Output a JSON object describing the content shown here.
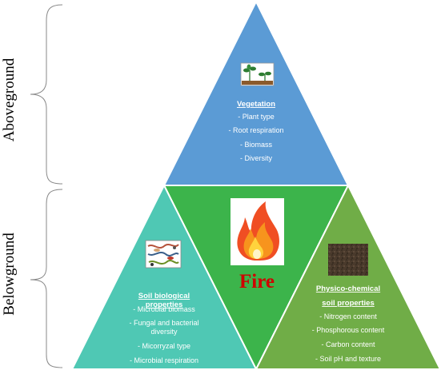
{
  "labels": {
    "aboveground": "Aboveground",
    "belowground": "Belowground"
  },
  "center": {
    "fire": "Fire"
  },
  "vegetation": {
    "title": "Vegetation",
    "items": [
      "- Plant type",
      "- Root respiration",
      "- Biomass",
      "- Diversity"
    ]
  },
  "soil_biological": {
    "title_line1": "Soil biological",
    "title_line2": "properties",
    "items": [
      "- Microbial biomass",
      "- Fungal and bacterial",
      "diversity",
      "- Micorryzal type",
      "- Microbial respiration"
    ]
  },
  "physico_chemical": {
    "title_line1": "Physico-chemical",
    "title_line2": "soil properties",
    "items": [
      "- Nitrogen content",
      "- Phosphorous content",
      "- Carbon content",
      "- Soil pH and texture"
    ]
  },
  "colors": {
    "vegetation": "#5b9bd5",
    "center": "#3cb44b",
    "soil_biological": "#4fc8b4",
    "physico_chemical": "#70ad47",
    "fire_text": "#d00000",
    "edge": "#ffffff"
  },
  "icons": {
    "vegetation": "plant-seedlings-icon",
    "fire": "flame-icon",
    "soil_biological": "microorganisms-icon",
    "physico_chemical": "soil-texture-icon"
  }
}
